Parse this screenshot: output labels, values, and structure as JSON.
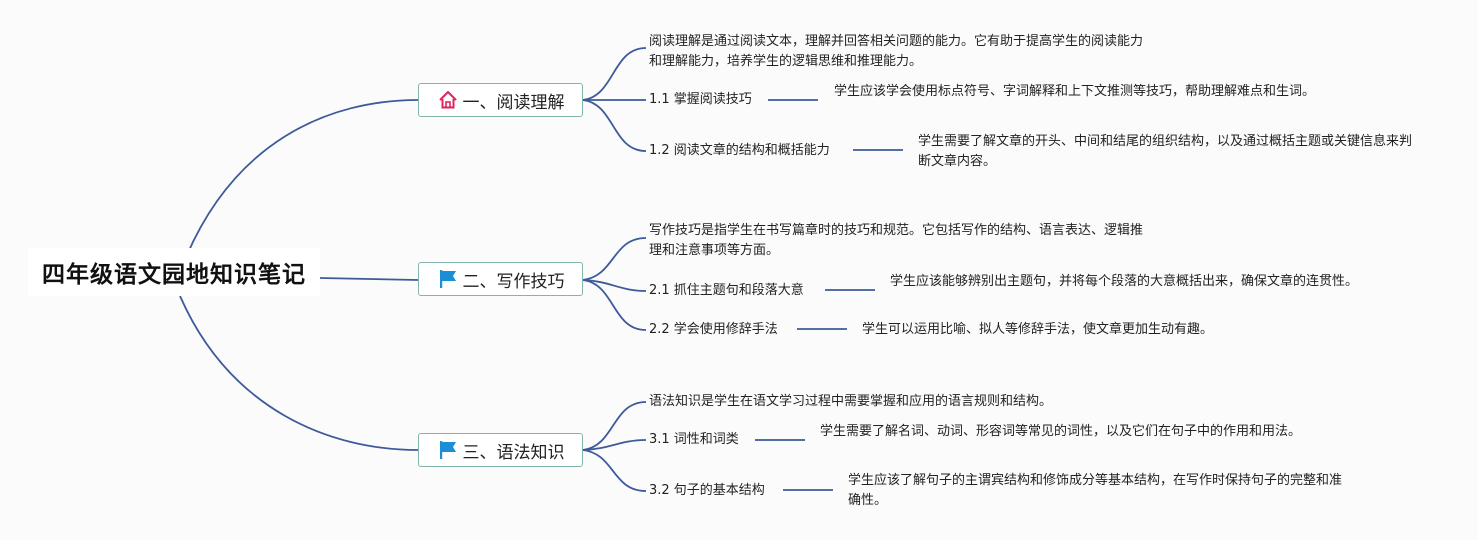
{
  "root": {
    "title": "四年级语文园地知识笔记"
  },
  "branches": [
    {
      "title": "一、阅读理解",
      "icon": "home-icon",
      "summary": "阅读理解是通过阅读文本，理解并回答相关问题的能力。它有助于提高学生的阅读能力和理解能力，培养学生的逻辑思维和推理能力。",
      "items": [
        {
          "label": "1.1 掌握阅读技巧",
          "detail": "学生应该学会使用标点符号、字词解释和上下文推测等技巧，帮助理解难点和生词。"
        },
        {
          "label": "1.2 阅读文章的结构和概括能力",
          "detail": "学生需要了解文章的开头、中间和结尾的组织结构，以及通过概括主题或关键信息来判断文章内容。"
        }
      ]
    },
    {
      "title": "二、写作技巧",
      "icon": "flag-icon",
      "summary": "写作技巧是指学生在书写篇章时的技巧和规范。它包括写作的结构、语言表达、逻辑推理和注意事项等方面。",
      "items": [
        {
          "label": "2.1 抓住主题句和段落大意",
          "detail": "学生应该能够辨别出主题句，并将每个段落的大意概括出来，确保文章的连贯性。"
        },
        {
          "label": "2.2 学会使用修辞手法",
          "detail": "学生可以运用比喻、拟人等修辞手法，使文章更加生动有趣。"
        }
      ]
    },
    {
      "title": "三、语法知识",
      "icon": "flag-icon",
      "summary": "语法知识是学生在语文学习过程中需要掌握和应用的语言规则和结构。",
      "items": [
        {
          "label": "3.1 词性和词类",
          "detail": "学生需要了解名词、动词、形容词等常见的词性，以及它们在句子中的作用和用法。"
        },
        {
          "label": "3.2 句子的基本结构",
          "detail": "学生应该了解句子的主谓宾结构和修饰成分等基本结构，在写作时保持句子的完整和准确性。"
        }
      ]
    }
  ],
  "colors": {
    "connector": "#3d5a9a",
    "branch_border": "#82b6ad",
    "home_icon": "#e0245e",
    "flag_icon": "#1a8fd6"
  }
}
